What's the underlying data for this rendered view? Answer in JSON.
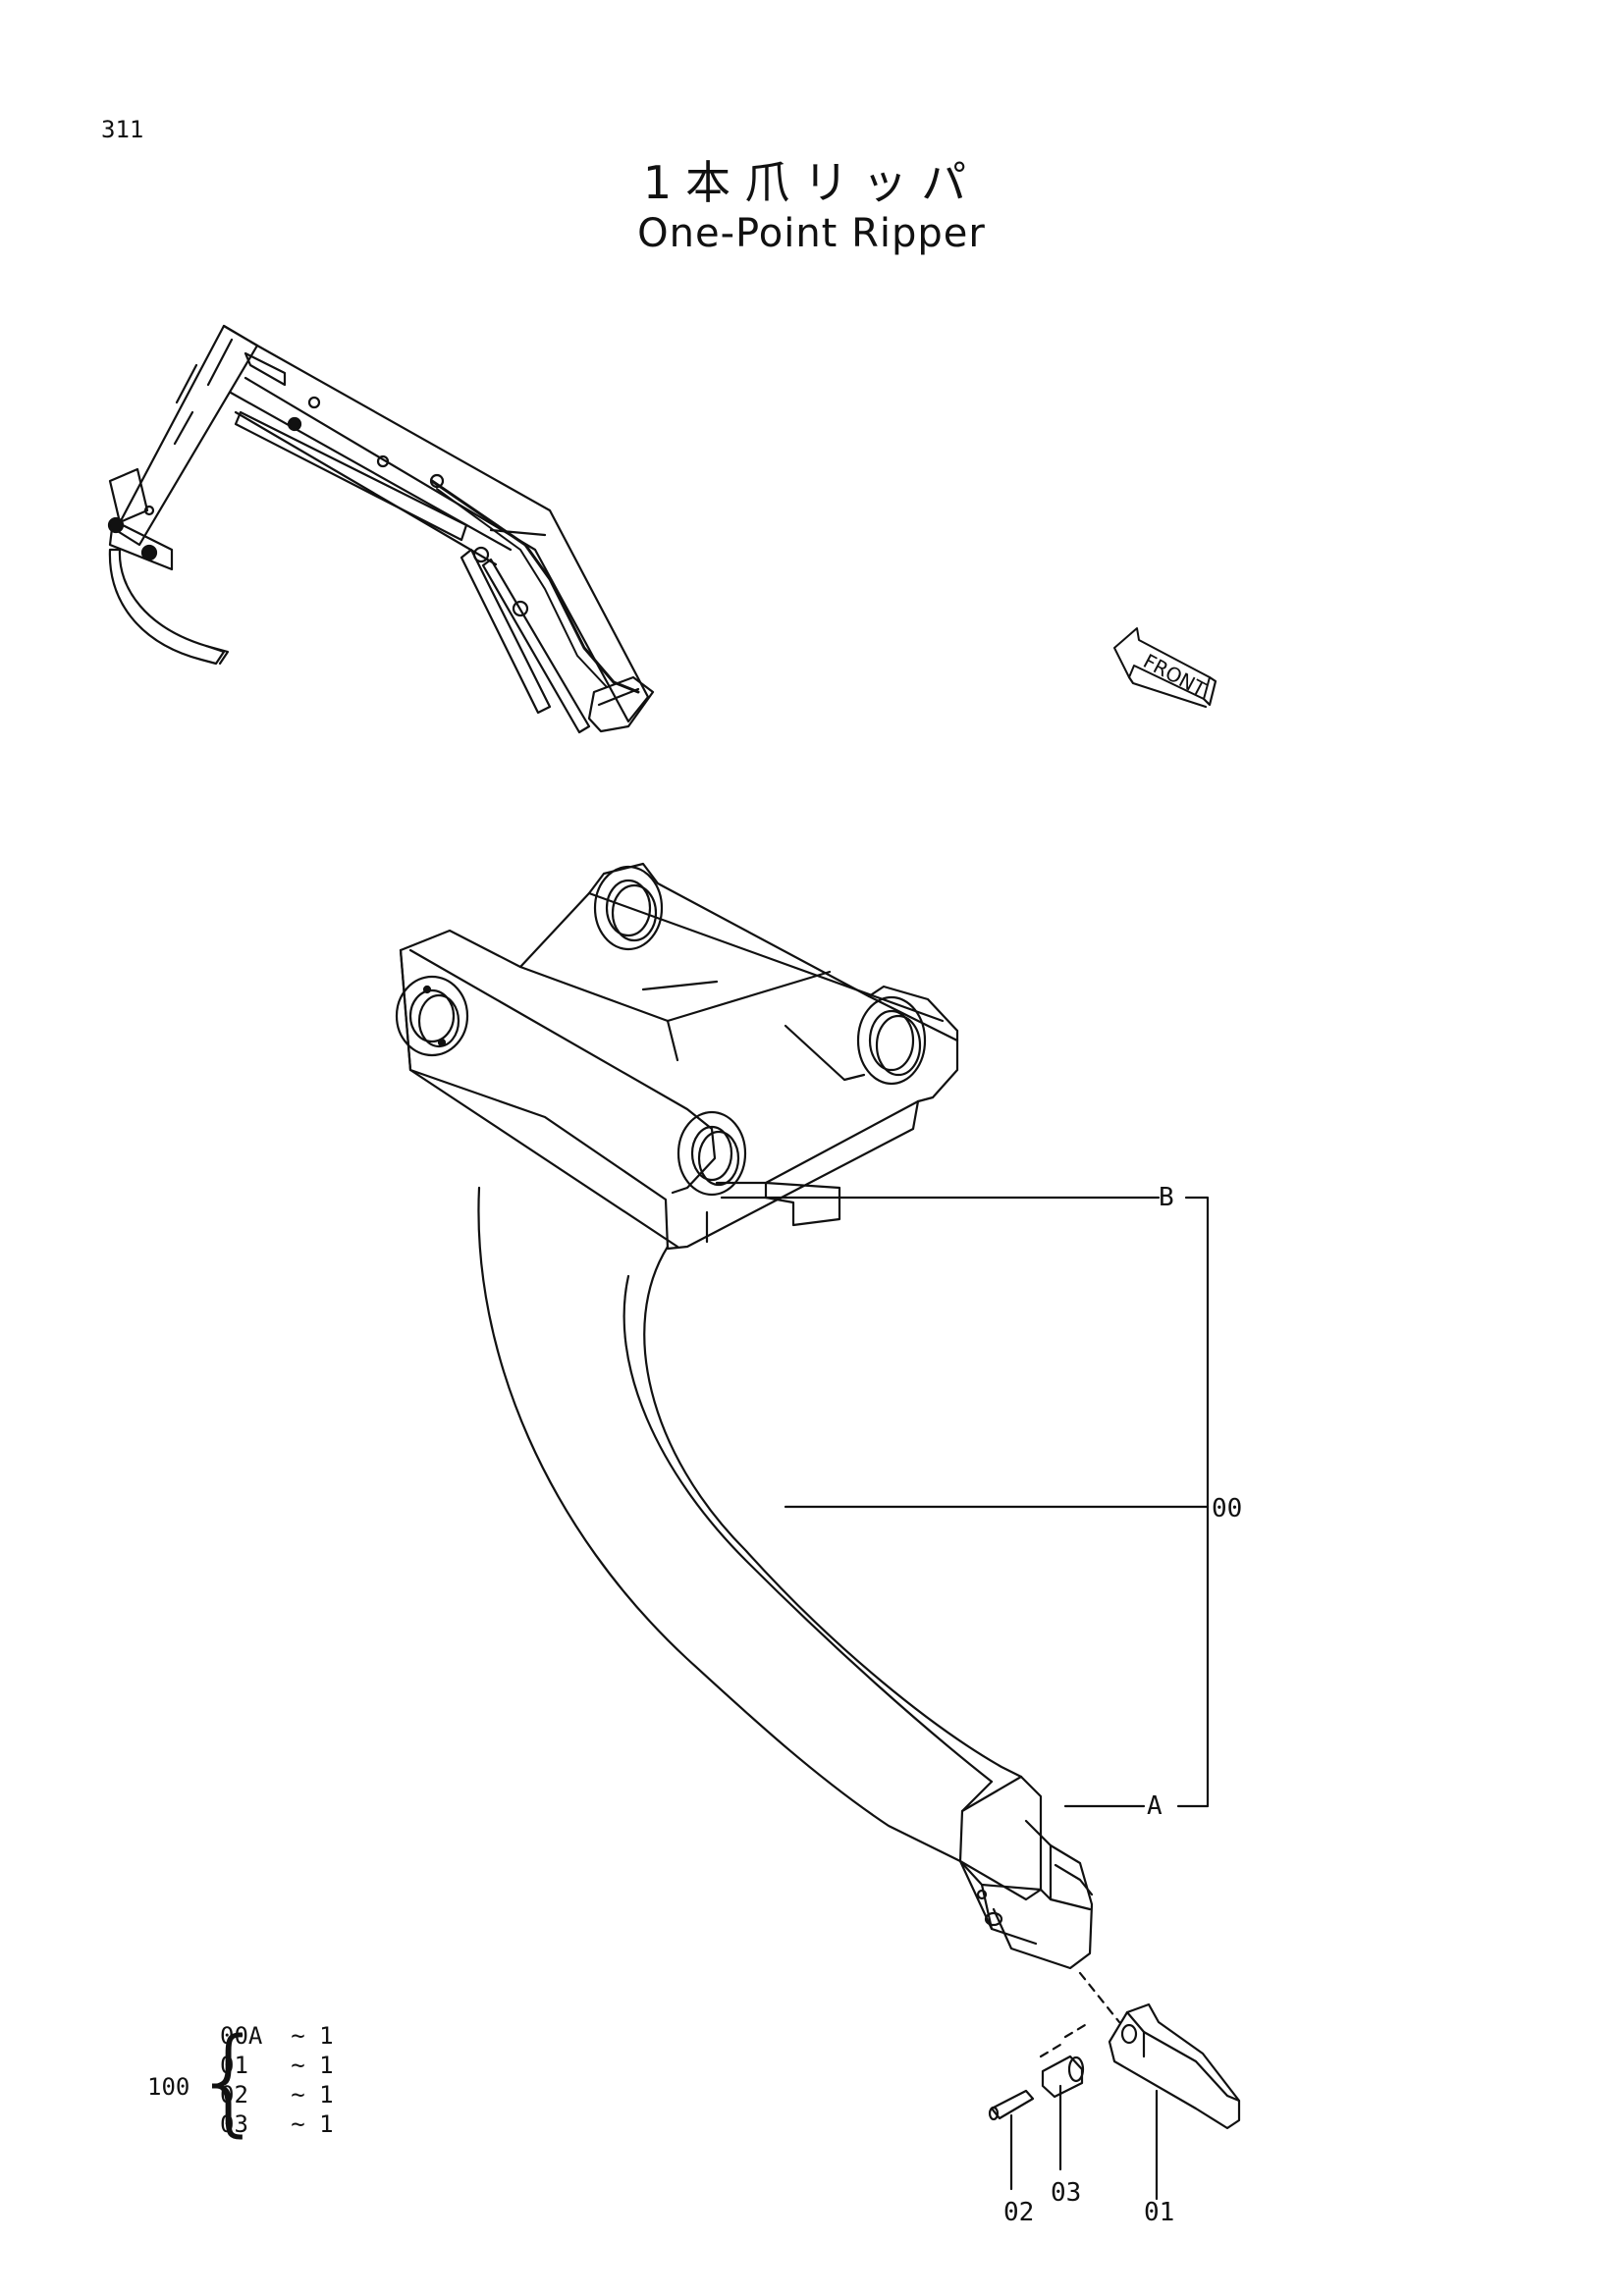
{
  "page_number": "311",
  "title_jp": "1本爪リッパ",
  "title_en": "One-Point Ripper",
  "front_label": "FRONT",
  "callouts": {
    "B": "B",
    "00": "00",
    "A": "A",
    "01": "01",
    "02": "02",
    "03": "03"
  },
  "parts_list": {
    "assembly": "100",
    "rows": [
      {
        "part": "00A",
        "sep": "~",
        "qty": "1"
      },
      {
        "part": "01",
        "sep": "~",
        "qty": "1"
      },
      {
        "part": "02",
        "sep": "~",
        "qty": "1"
      },
      {
        "part": "03",
        "sep": "~",
        "qty": "1"
      }
    ]
  }
}
